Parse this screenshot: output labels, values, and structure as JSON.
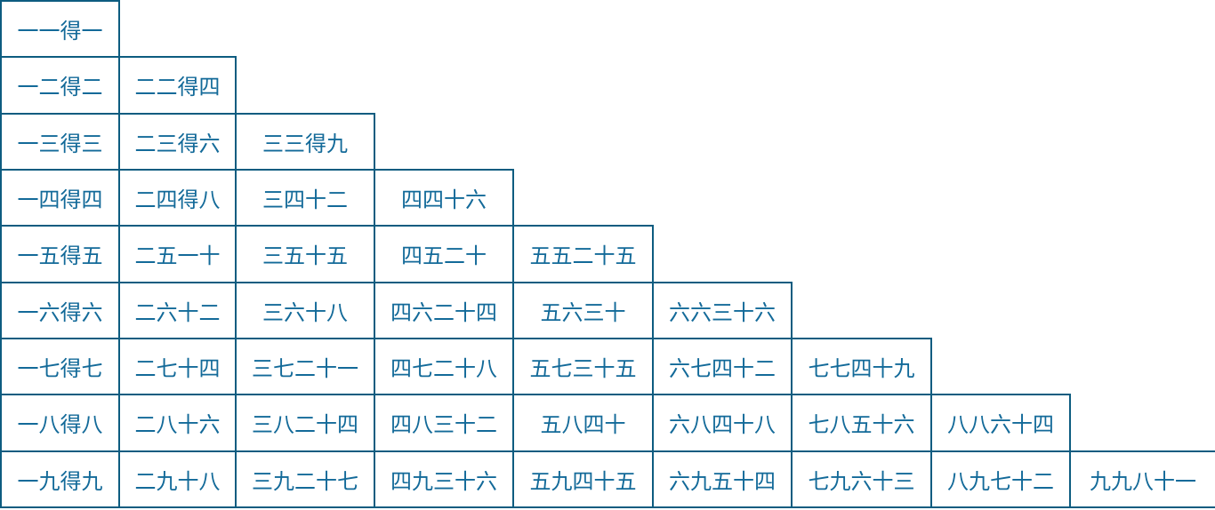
{
  "colors": {
    "border": "#0d5c80",
    "text": "#136a99"
  },
  "multiplication_table": {
    "rows": [
      [
        "一一得一"
      ],
      [
        "一二得二",
        "二二得四"
      ],
      [
        "一三得三",
        "二三得六",
        "三三得九"
      ],
      [
        "一四得四",
        "二四得八",
        "三四十二",
        "四四十六"
      ],
      [
        "一五得五",
        "二五一十",
        "三五十五",
        "四五二十",
        "五五二十五"
      ],
      [
        "一六得六",
        "二六十二",
        "三六十八",
        "四六二十四",
        "五六三十",
        "六六三十六"
      ],
      [
        "一七得七",
        "二七十四",
        "三七二十一",
        "四七二十八",
        "五七三十五",
        "六七四十二",
        "七七四十九"
      ],
      [
        "一八得八",
        "二八十六",
        "三八二十四",
        "四八三十二",
        "五八四十",
        "六八四十八",
        "七八五十六",
        "八八六十四"
      ],
      [
        "一九得九",
        "二九十八",
        "三九二十七",
        "四九三十六",
        "五九四十五",
        "六九五十四",
        "七九六十三",
        "八九七十二",
        "九九八十一"
      ]
    ]
  }
}
